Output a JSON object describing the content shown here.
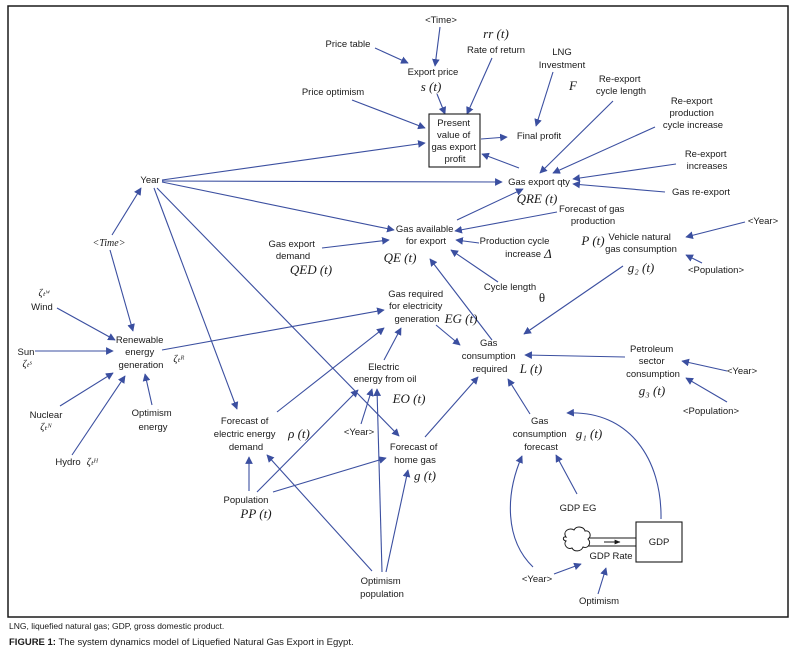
{
  "figure": {
    "abbreviations": "LNG, liquefied natural gas; GDP, gross domestic product.",
    "caption_label": "FIGURE 1:",
    "caption_text": " The system dynamics model of Liquefied Natural Gas Export in Egypt.",
    "link_color": "#3b4fa0"
  },
  "nodes": {
    "time_top": "<Time>",
    "price_table": "Price table",
    "rate_of_return_sym": "rr (t)",
    "rate_of_return": "Rate of return",
    "export_price": "Export price",
    "export_price_sym": "s (t)",
    "price_optimism": "Price optimism",
    "lng": "LNG",
    "investment": "Investment",
    "investment_sym": "F",
    "present_value": [
      "Present",
      "value of",
      "gas export",
      "profit"
    ],
    "final_profit": "Final profit",
    "reexport_cycle_length": [
      "Re-export",
      "cycle length"
    ],
    "reexport_prod_cycle_increase": [
      "Re-export",
      "production",
      "cycle increase"
    ],
    "reexport_increases": [
      "Re-export",
      "increases"
    ],
    "gas_reexport": "Gas re-export",
    "gas_export_qty": "Gas export qty",
    "gas_export_qty_sym": "QRE (t)",
    "year": "Year",
    "time_left": "<Time>",
    "forecast_gas_production": [
      "Forecast of gas",
      "production"
    ],
    "forecast_gas_production_sym": "P (t)",
    "vehicle_ng": [
      "Vehicle natural",
      "gas consumption"
    ],
    "vehicle_ng_sym": "g₂ (t)",
    "year_vehicle": "<Year>",
    "population_vehicle": "<Population>",
    "gas_export_demand": [
      "Gas export",
      "demand"
    ],
    "gas_export_demand_sym": "QED (t)",
    "gas_available": [
      "Gas available",
      "for export"
    ],
    "gas_available_sym": "QE (t)",
    "production_cycle_increase": [
      "Production cycle",
      "increase"
    ],
    "production_cycle_increase_sym": "Δ",
    "cycle_length": "Cycle length",
    "theta": "θ",
    "wind_sym": "ζₜʷ",
    "wind": "Wind",
    "sun": "Sun",
    "sun_sym": "ζₜˢ",
    "nuclear": "Nuclear",
    "nuclear_sym": "ζₜᴺ",
    "hydro": "Hydro",
    "hydro_sym": "ζₜᴴ",
    "renewable": [
      "Renewable",
      "energy",
      "generation"
    ],
    "renewable_sym": "ζₜᴿ",
    "optimism_energy": [
      "Optimism",
      "energy"
    ],
    "gas_req_electricity": [
      "Gas required",
      "for electricity",
      "generation"
    ],
    "gas_req_electricity_sym": "EG (t)",
    "electric_from_oil": [
      "Electric",
      "energy from oil"
    ],
    "electric_from_oil_sym": "EO (t)",
    "year_oil": "<Year>",
    "gas_consumption_required": [
      "Gas",
      "consumption",
      "required"
    ],
    "gas_consumption_required_sym": "L (t)",
    "petroleum": [
      "Petroleum",
      "sector",
      "consumption"
    ],
    "petroleum_sym": "g₃ (t)",
    "year_petroleum": "<Year>",
    "population_petroleum": "<Population>",
    "forecast_electric": [
      "Forecast of",
      "electric energy",
      "demand"
    ],
    "forecast_electric_sym": "ρ (t)",
    "forecast_home_gas": [
      "Forecast of",
      "home gas"
    ],
    "forecast_home_gas_sym": "g (t)",
    "gas_consumption_forecast": [
      "Gas",
      "consumption",
      "forecast"
    ],
    "gas_consumption_forecast_sym": "g₁ (t)",
    "population": "Population",
    "population_sym": "PP (t)",
    "optimism_population": [
      "Optimism",
      "population"
    ],
    "gdp_eg": "GDP EG",
    "gdp": "GDP",
    "gdp_rate": "GDP Rate",
    "year_gdp": "<Year>",
    "optimism": "Optimism"
  }
}
